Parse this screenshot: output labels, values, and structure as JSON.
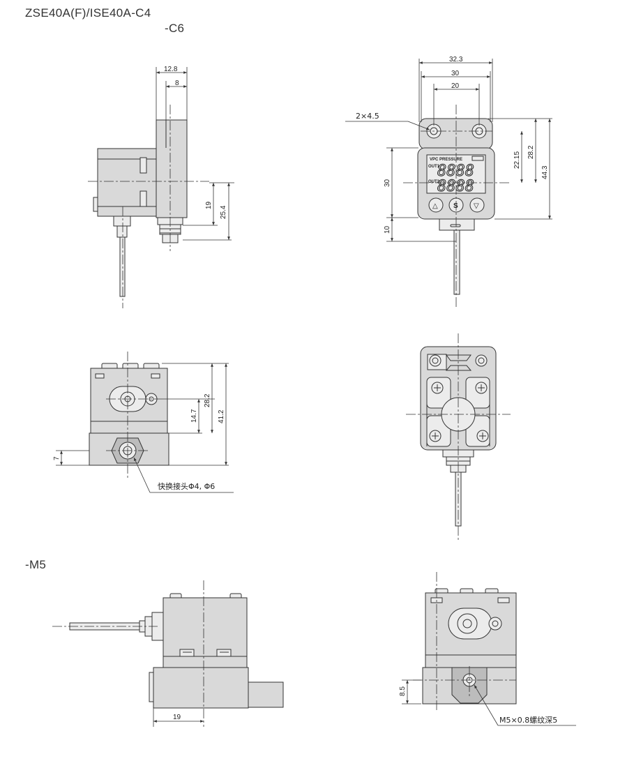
{
  "headings": {
    "model": "ZSE40A(F)/ISE40A-C4",
    "model_suffix": "-C6",
    "m5_section": "-M5"
  },
  "side_view": {
    "dim_12_8": "12.8",
    "dim_8": "8",
    "dim_19": "19",
    "dim_25_4": "25.4"
  },
  "front_view": {
    "dim_32_3": "32.3",
    "dim_30_top": "30",
    "dim_20": "20",
    "hole_callout": "2×4.5",
    "dim_22_15": "22.15",
    "dim_28_2": "28.2",
    "dim_44_3": "44.3",
    "dim_30_left": "30",
    "dim_10": "10",
    "display_brand": "VPC PRESSURE",
    "out1_label": "OUT1",
    "out2_label": "OUT2",
    "digits": "8888",
    "btn_up": "△",
    "btn_set": "S",
    "btn_down": "▽"
  },
  "bottom_view": {
    "dim_28_2": "28.2",
    "dim_14_7": "14.7",
    "dim_41_2": "41.2",
    "dim_7": "7",
    "fitting_callout": "快换接头Φ4, Φ6"
  },
  "m5_side": {
    "dim_19": "19"
  },
  "m5_front": {
    "dim_8_5": "8.5",
    "thread_callout": "M5×0.8螺纹深5"
  }
}
